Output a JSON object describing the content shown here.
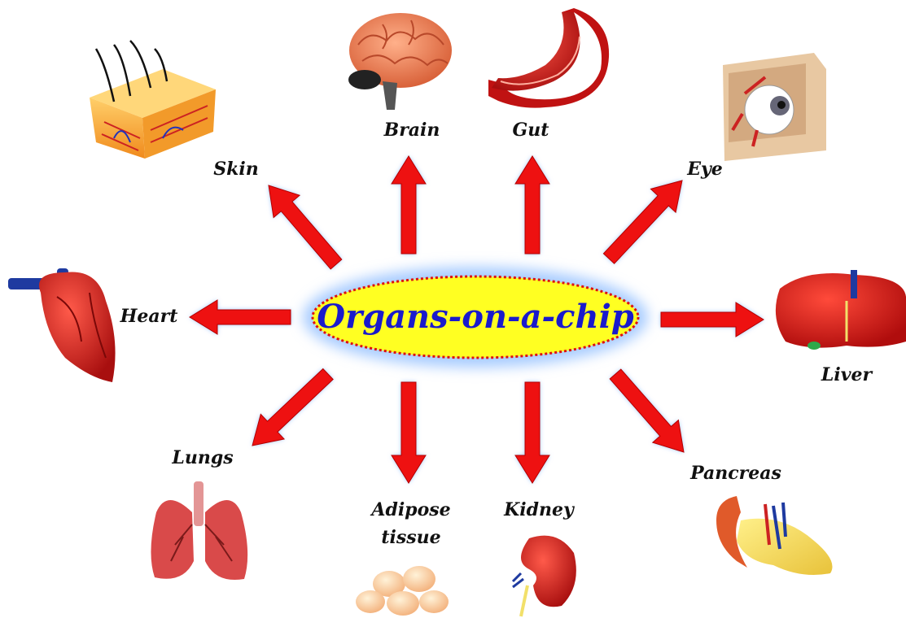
{
  "title": "Organs-on-a-chip",
  "organs": [
    {
      "id": "skin",
      "label": "Skin"
    },
    {
      "id": "brain",
      "label": "Brain"
    },
    {
      "id": "gut",
      "label": "Gut"
    },
    {
      "id": "eye",
      "label": "Eye"
    },
    {
      "id": "heart",
      "label": "Heart"
    },
    {
      "id": "liver",
      "label": "Liver"
    },
    {
      "id": "lungs",
      "label": "Lungs"
    },
    {
      "id": "adipose",
      "label_line1": "Adipose",
      "label_line2": "tissue"
    },
    {
      "id": "kidney",
      "label": "Kidney"
    },
    {
      "id": "pancreas",
      "label": "Pancreas"
    }
  ],
  "colors": {
    "arrow": "#ee1111",
    "arrow_glow": "#9cc3ff",
    "ellipse_fill": "#ffff22",
    "ellipse_border": "#dd1111",
    "ellipse_glow": "#a8ccff",
    "title_text": "#1a1acc"
  }
}
